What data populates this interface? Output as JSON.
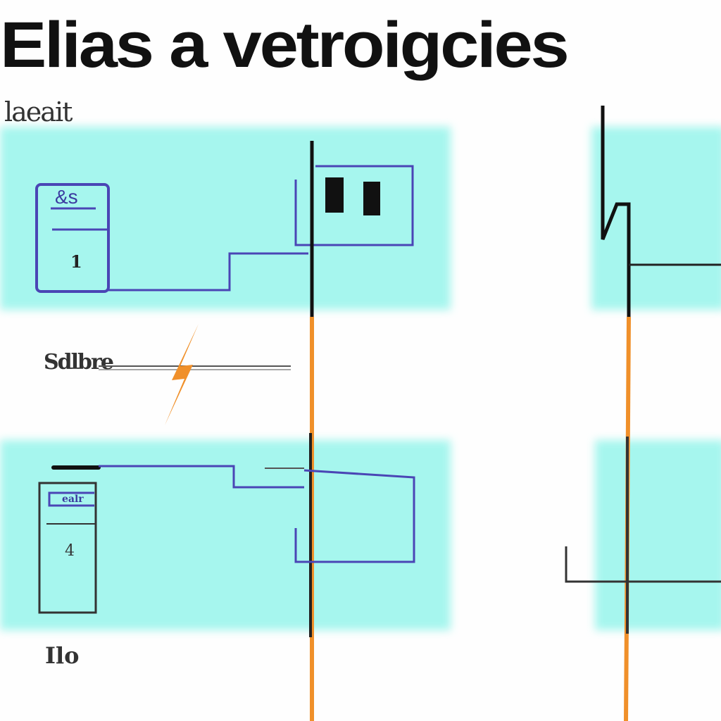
{
  "title": "Elias a vetroigcies",
  "labels": {
    "top_left": "laeait",
    "middle_left": "Sdlbre",
    "bottom_left": "Ilo"
  },
  "top_panel": {
    "box_header": "&s",
    "box_value": "1"
  },
  "bottom_panel": {
    "box_header": "ealr",
    "box_value": "4"
  },
  "colors": {
    "band": "#a6f6ee",
    "wire_blue": "#4a45b5",
    "wire_orange": "#f0902a",
    "wire_black": "#111111"
  }
}
